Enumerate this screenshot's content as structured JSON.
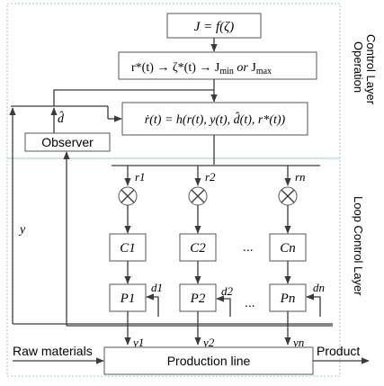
{
  "operation_layer": {
    "label_line1": "Operation",
    "label_line2": "Control Layer",
    "objective": "J = f(ζ)",
    "optimization": "r*(t) → ζ*(t) → J",
    "optimization_min": "min",
    "optimization_or": "or",
    "optimization_max": "max",
    "dynamics": "ṙ(t) = h(r(t), y(t), d̂(t), r*(t))",
    "observer": "Observer",
    "d_hat": "d̂",
    "y_label": "y"
  },
  "loop_layer": {
    "label": "Loop Control Layer",
    "references": [
      "r1",
      "r2",
      "rn"
    ],
    "controllers": [
      "C1",
      "C2",
      "Cn"
    ],
    "processes": [
      "P1",
      "P2",
      "Pn"
    ],
    "disturbances": [
      "d1",
      "d2",
      "dn"
    ],
    "outputs": [
      "y1",
      "y2",
      "yn"
    ],
    "ellipsis": "..."
  },
  "production": {
    "input": "Raw materials",
    "block": "Production line",
    "output": "Product"
  }
}
